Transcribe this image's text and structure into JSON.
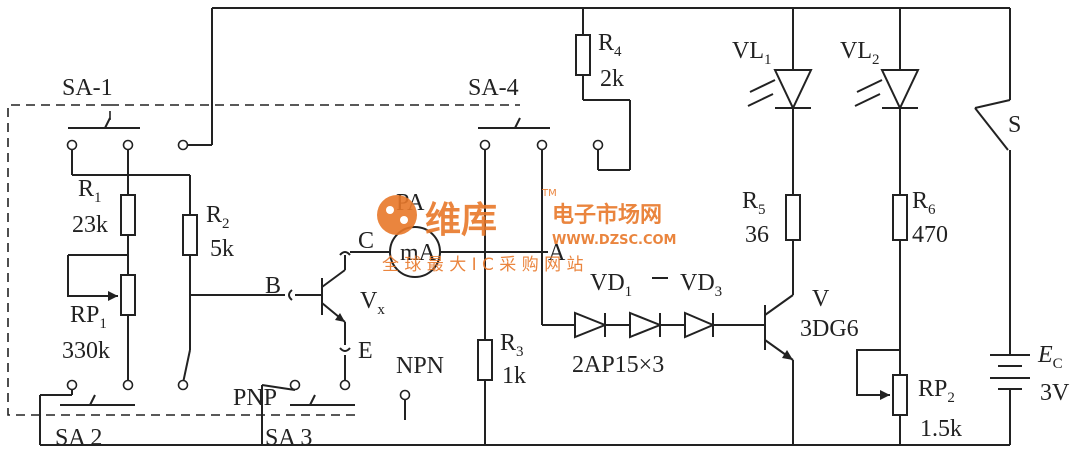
{
  "labels": {
    "sa1": "SA-1",
    "sa2": "SA 2",
    "sa3": "SA 3",
    "sa4": "SA-4",
    "r1_name": "R",
    "r1_sub": "1",
    "r1_val": "23k",
    "r2_name": "R",
    "r2_sub": "2",
    "r2_val": "5k",
    "rp1_name": "RP",
    "rp1_sub": "1",
    "rp1_val": "330k",
    "r3_name": "R",
    "r3_sub": "3",
    "r3_val": "1k",
    "r4_name": "R",
    "r4_sub": "4",
    "r4_val": "2k",
    "r5_name": "R",
    "r5_sub": "5",
    "r5_val": "36",
    "r6_name": "R",
    "r6_sub": "6",
    "r6_val": "470",
    "rp2_name": "RP",
    "rp2_sub": "2",
    "rp2_val": "1.5k",
    "vl1_name": "VL",
    "vl1_sub": "1",
    "vl2_name": "VL",
    "vl2_sub": "2",
    "vd1_name": "VD",
    "vd1_sub": "1",
    "vd3_name": "VD",
    "vd3_sub": "3",
    "diode_spec": "2AP15×3",
    "v_name": "V",
    "v_type": "3DG6",
    "vx_name": "V",
    "vx_sub": "x",
    "pa": "PA",
    "ma": "mA",
    "term_b": "B",
    "term_c": "C",
    "term_e": "E",
    "node_a": "A",
    "npn": "NPN",
    "pnp": "PNP",
    "switch_s": "S",
    "ec_name": "E",
    "ec_sub": "C",
    "ec_val": "3V"
  },
  "watermark": {
    "brand": "维库",
    "title": "电子市场网",
    "url": "WWW.DZSC.COM",
    "slogan": "全 球 最 大 I C 采 购 网 站",
    "tm": "TM",
    "color": "#e8782a"
  }
}
